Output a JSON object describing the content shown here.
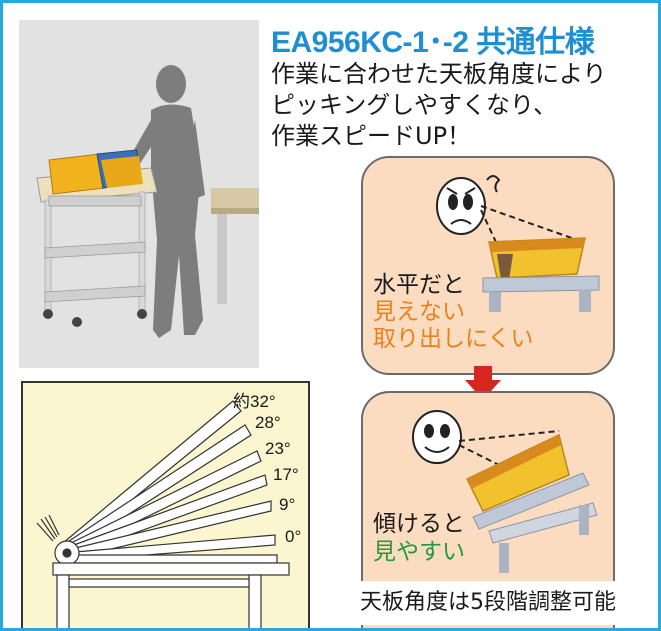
{
  "headline": "EA956KC-1･-2 共通仕様",
  "description": [
    "作業に合わせた天板角度により",
    "ピッキングしやすくなり、",
    "作業スピードUP！"
  ],
  "panel_flat": {
    "line1": "水平だと",
    "line2": "見えない",
    "line3": "取り出しにくい"
  },
  "panel_tilted": {
    "line1": "傾けると",
    "line2": "見やすい"
  },
  "angles": [
    "約32°",
    "28°",
    "23°",
    "17°",
    "9°",
    "0°"
  ],
  "footer": "天板角度は5段階調整可能",
  "colors": {
    "border": "#29a8e0",
    "headline": "#1f8fd2",
    "panel_bg": "#fbdcc0",
    "diagram_bg": "#fbf6cf",
    "arrow": "#d7261e",
    "orange_text": "#e8821e",
    "green_text": "#1f9a3c"
  }
}
